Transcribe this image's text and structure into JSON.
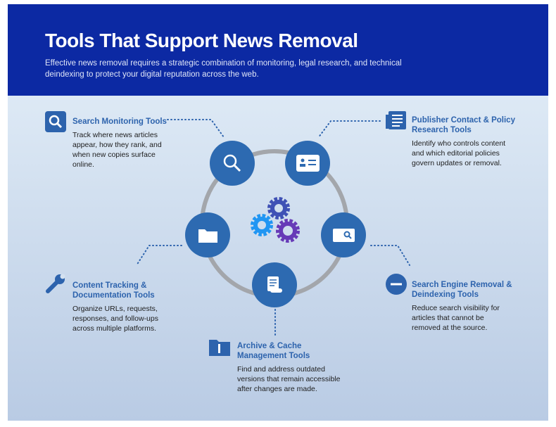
{
  "header": {
    "title": "Tools That Support News Removal",
    "subtitle": "Effective news removal requires a strategic combination of monitoring, legal research, and technical deindexing to protect your digital reputation across the web."
  },
  "colors": {
    "header": "#0c29a3",
    "node": "#2d6ab1",
    "accent": "#2d63ad"
  },
  "tools": [
    {
      "title": "Search Monitoring Tools",
      "desc": "Track where news articles appear, how they rank, and when new copies surface online.",
      "icon": "search-icon"
    },
    {
      "title": "Publisher Contact & Policy Research Tools",
      "desc": "Identify who controls content and which editorial policies govern updates or removal.",
      "icon": "document-list-icon"
    },
    {
      "title": "Content Tracking & Documentation Tools",
      "desc": "Organize URLs, requests, responses, and follow-ups across multiple platforms.",
      "icon": "wrench-icon"
    },
    {
      "title": "Search Engine Removal & Deindexing Tools",
      "desc": "Reduce search visibility for articles that cannot be removed at the source.",
      "icon": "minus-circle-icon"
    },
    {
      "title": "Archive & Cache Management Tools",
      "desc": "Find and address outdated versions that remain accessible after changes are made.",
      "icon": "archive-file-icon"
    }
  ]
}
